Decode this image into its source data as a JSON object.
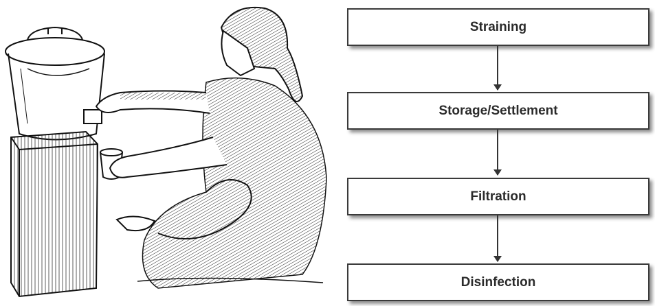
{
  "steps": [
    {
      "label": "Straining"
    },
    {
      "label": "Storage/Settlement"
    },
    {
      "label": "Filtration"
    },
    {
      "label": "Disinfection"
    }
  ],
  "illustration": {
    "subject": "woman-filling-cup-from-water-container-icon"
  }
}
